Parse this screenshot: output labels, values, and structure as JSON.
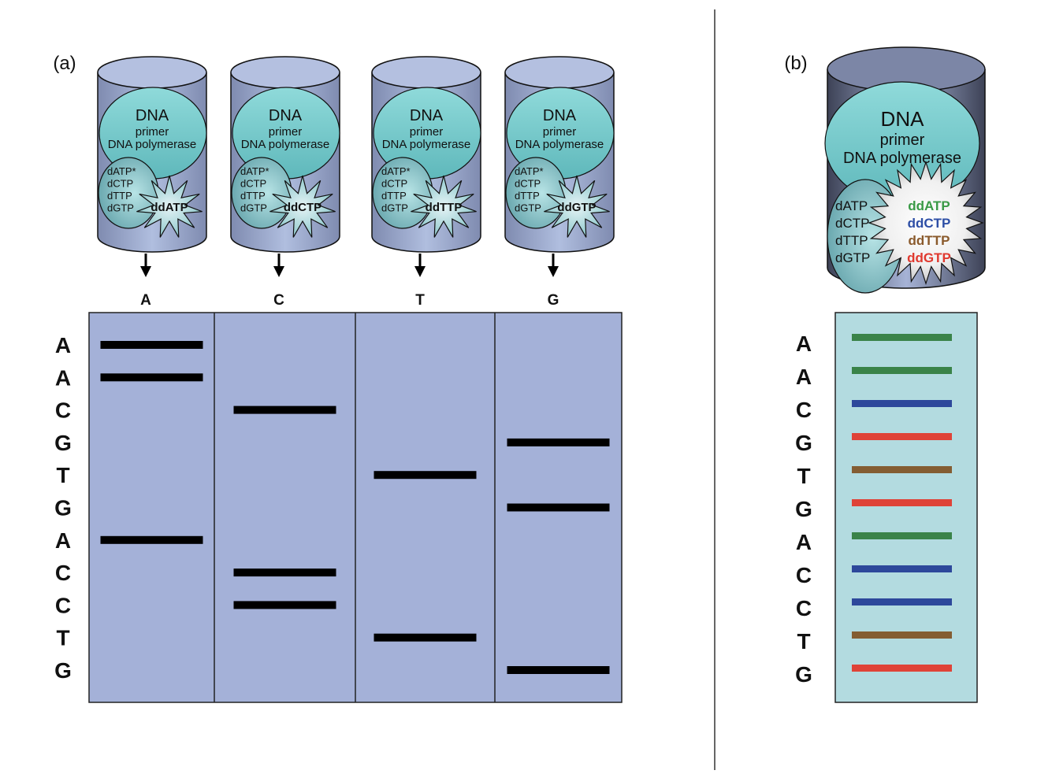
{
  "panel_a": {
    "label": "(a)",
    "tubes": [
      {
        "title": "DNA",
        "line2": "primer",
        "line3": "DNA polymerase",
        "dntps": [
          "dATP*",
          "dCTP",
          "dTTP",
          "dGTP"
        ],
        "ddntp": "ddATP",
        "lane": "A"
      },
      {
        "title": "DNA",
        "line2": "primer",
        "line3": "DNA polymerase",
        "dntps": [
          "dATP*",
          "dCTP",
          "dTTP",
          "dGTP"
        ],
        "ddntp": "ddCTP",
        "lane": "C"
      },
      {
        "title": "DNA",
        "line2": "primer",
        "line3": "DNA polymerase",
        "dntps": [
          "dATP*",
          "dCTP",
          "dTTP",
          "dGTP"
        ],
        "ddntp": "ddTTP",
        "lane": "T"
      },
      {
        "title": "DNA",
        "line2": "primer",
        "line3": "DNA polymerase",
        "dntps": [
          "dATP*",
          "dCTP",
          "dTTP",
          "dGTP"
        ],
        "ddntp": "ddGTP",
        "lane": "G"
      }
    ],
    "sequence": [
      "A",
      "A",
      "C",
      "G",
      "T",
      "G",
      "A",
      "C",
      "C",
      "T",
      "G"
    ],
    "gel_color": "#a4b1d8",
    "band_color": "#000000"
  },
  "panel_b": {
    "label": "(b)",
    "tube": {
      "title": "DNA",
      "line2": "primer",
      "line3": "DNA polymerase",
      "dntps": [
        "dATP",
        "dCTP",
        "dTTP",
        "dGTP"
      ],
      "ddntps": [
        {
          "label": "ddATP",
          "color": "#3a9a46"
        },
        {
          "label": "ddCTP",
          "color": "#2e4fa6"
        },
        {
          "label": "ddTTP",
          "color": "#8a5a2c"
        },
        {
          "label": "ddGTP",
          "color": "#e0392f"
        }
      ]
    },
    "sequence": [
      "A",
      "A",
      "C",
      "G",
      "T",
      "G",
      "A",
      "C",
      "C",
      "T",
      "G"
    ],
    "gel_color": "#b3dbe0",
    "base_colors": {
      "A": "#3a8349",
      "C": "#2d489b",
      "G": "#df4338",
      "T": "#845d33"
    }
  }
}
